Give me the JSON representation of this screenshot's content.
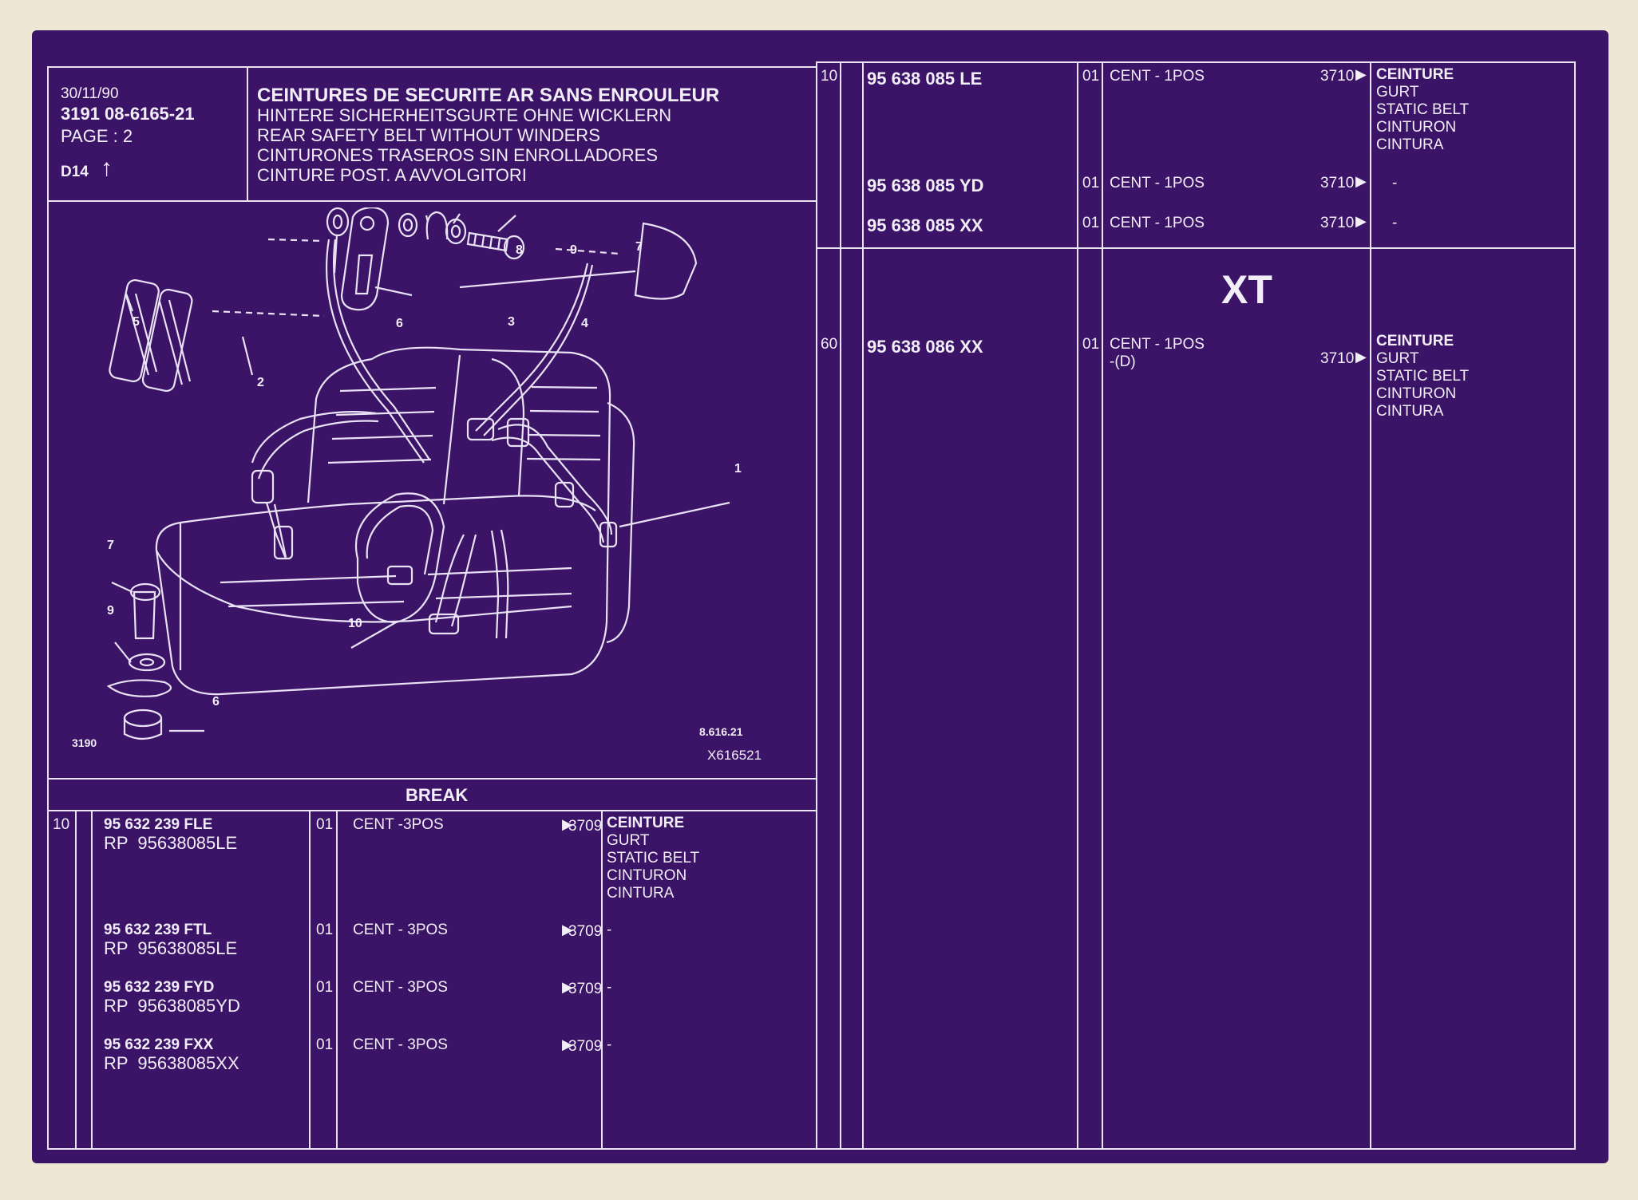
{
  "header": {
    "date": "30/11/90",
    "ref": "3191 08-6165-21",
    "page": "PAGE : 2",
    "section": "D14",
    "section_arrow": "↑",
    "title": "CEINTURES DE SECURITE AR SANS ENROULEUR",
    "subtitles": [
      "HINTERE SICHERHEITSGURTE OHNE WICKLERN",
      "REAR SAFETY BELT WITHOUT WINDERS",
      "CINTURONES TRASEROS SIN ENROLLADORES",
      "CINTURE POST. A AVVOLGITORI"
    ]
  },
  "diagram": {
    "callouts": [
      "8",
      "9",
      "7",
      "6",
      "3",
      "4",
      "5",
      "2",
      "1",
      "7",
      "9",
      "10",
      "6"
    ],
    "drawing_ref": "3190",
    "plate_ref": "8.616.21",
    "film_ref": "X616521"
  },
  "break_section": {
    "heading": "BREAK",
    "rows": [
      {
        "pos": "10",
        "part": "95 632 239 FLE",
        "replaced_by": "RP  95638085LE",
        "qty": "01",
        "desc": "CENT -3POS",
        "arrow": "▶",
        "code": "3709",
        "names": [
          "CEINTURE",
          "GURT",
          "STATIC BELT",
          "CINTURON",
          "CINTURA"
        ]
      },
      {
        "pos": "",
        "part": "95 632 239 FTL",
        "replaced_by": "RP  95638085LE",
        "qty": "01",
        "desc": "CENT - 3POS",
        "arrow": "▶",
        "code": "3709",
        "names": [
          "-"
        ]
      },
      {
        "pos": "",
        "part": "95 632 239 FYD",
        "replaced_by": "RP  95638085YD",
        "qty": "01",
        "desc": "CENT - 3POS",
        "arrow": "▶",
        "code": "3709",
        "names": [
          "-"
        ]
      },
      {
        "pos": "",
        "part": "95 632 239 FXX",
        "replaced_by": "RP  95638085XX",
        "qty": "01",
        "desc": "CENT - 3POS",
        "arrow": "▶",
        "code": "3709",
        "names": [
          "-"
        ]
      }
    ]
  },
  "right_table": {
    "rows_top": [
      {
        "pos": "10",
        "part": "95 638 085 LE",
        "qty": "01",
        "desc": "CENT - 1POS",
        "code": "3710",
        "arrow": "▶",
        "names": [
          "CEINTURE",
          "GURT",
          "STATIC BELT",
          "CINTURON",
          "CINTURA"
        ]
      },
      {
        "pos": "",
        "part": "95 638 085 YD",
        "qty": "01",
        "desc": "CENT - 1POS",
        "code": "3710",
        "arrow": "▶",
        "names": [
          "-"
        ]
      },
      {
        "pos": "",
        "part": "95 638 085 XX",
        "qty": "01",
        "desc": "CENT - 1POS",
        "code": "3710",
        "arrow": "▶",
        "names": [
          "-"
        ]
      }
    ],
    "model_heading": "XT",
    "rows_bottom": [
      {
        "pos": "60",
        "part": "95 638 086 XX",
        "qty": "01",
        "desc": "CENT - 1POS",
        "desc2": "-(D)",
        "code": "3710",
        "arrow": "▶",
        "names": [
          "CEINTURE",
          "GURT",
          "STATIC BELT",
          "CINTURON",
          "CINTURA"
        ]
      }
    ]
  },
  "colors": {
    "background": "#3b1468",
    "ink": "#f2eef8",
    "paper": "#ede7d4"
  }
}
